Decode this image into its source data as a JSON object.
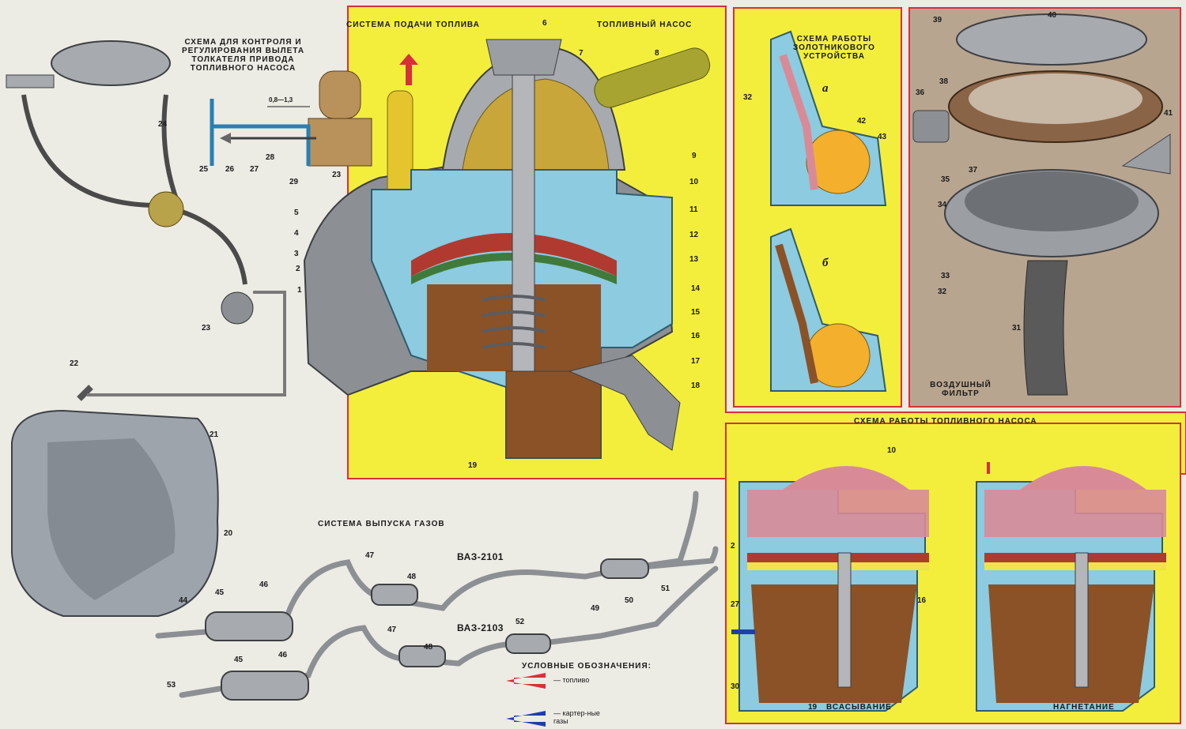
{
  "headings": {
    "fuel_system": "СИСТЕМА ПОДАЧИ ТОПЛИВА",
    "fuel_pump": "ТОПЛИВНЫЙ НАСОС",
    "control_scheme": "СХЕМА ДЛЯ КОНТРОЛЯ И РЕГУЛИРОВАНИЯ ВЫЛЕТА ТОЛКАТЕЛЯ ПРИВОДА ТОПЛИВНОГО НАСОСА",
    "spool_scheme": "СХЕМА РАБОТЫ ЗОЛОТНИКОВОГО УСТРОЙСТВА",
    "air_filter": "ВОЗДУШНЫЙ ФИЛЬТР",
    "pump_scheme": "СХЕМА РАБОТЫ ТОПЛИВНОГО НАСОСА",
    "exhaust_system": "СИСТЕМА ВЫПУСКА ГАЗОВ",
    "suction": "ВСАСЫВАНИЕ",
    "discharge": "НАГНЕТАНИЕ"
  },
  "control_gap": "0,8—1,3",
  "spool_labels": {
    "a": "а",
    "b": "б"
  },
  "models": {
    "vaz2101": "ВАЗ-2101",
    "vaz2103": "ВАЗ-2103"
  },
  "legend": {
    "title": "УСЛОВНЫЕ ОБОЗНАЧЕНИЯ:",
    "items": [
      {
        "text": "— топливо",
        "color": "#d8303a"
      },
      {
        "text": "— картер-ные газы",
        "color": "#1e3fa8"
      }
    ]
  },
  "colors": {
    "yellow_bg": "#f3ee3c",
    "blue_body": "#8ccbe0",
    "red_frame": "#d8303a",
    "metal": "#8c8f93",
    "fuel_pink": "#d88b97",
    "brown_base": "#8a5226"
  },
  "numbers": {
    "fuel_line": [
      "24",
      "23",
      "22",
      "21",
      "20"
    ],
    "control": [
      "25",
      "26",
      "27",
      "28",
      "29",
      "23"
    ],
    "pump": [
      "1",
      "2",
      "3",
      "4",
      "5",
      "6",
      "7",
      "8",
      "9",
      "10",
      "11",
      "12",
      "13",
      "14",
      "15",
      "16",
      "17",
      "18",
      "19"
    ],
    "spool": [
      "32",
      "42",
      "43"
    ],
    "air_filter": [
      "39",
      "40",
      "38",
      "36",
      "41",
      "37",
      "35",
      "34",
      "33",
      "32",
      "31"
    ],
    "exhaust_top": [
      "47",
      "48",
      "46",
      "45",
      "44",
      "49",
      "50",
      "51"
    ],
    "exhaust_bottom": [
      "47",
      "52",
      "48",
      "46",
      "45",
      "53"
    ],
    "pump_scheme": [
      "10",
      "2",
      "16",
      "27",
      "30",
      "19"
    ]
  }
}
